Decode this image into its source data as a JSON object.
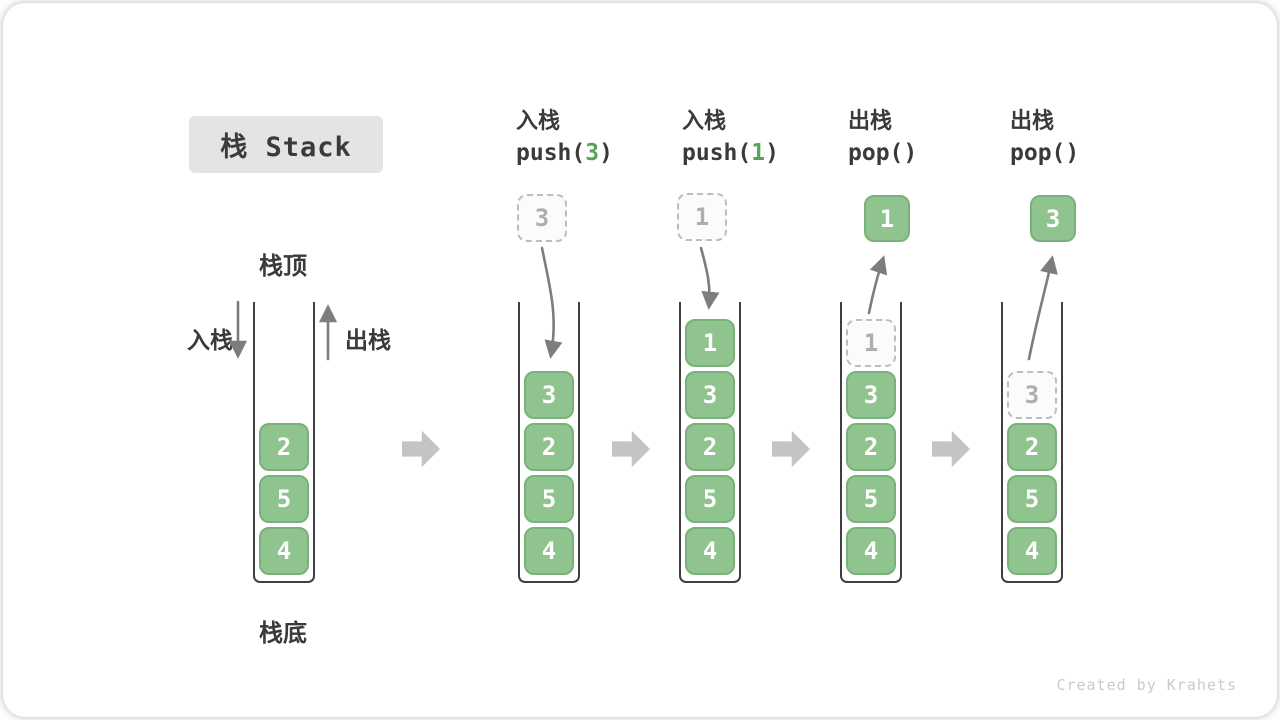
{
  "title": "栈 Stack",
  "labels": {
    "stack_top": "栈顶",
    "stack_bottom": "栈底",
    "push_in": "入栈",
    "pop_out": "出栈"
  },
  "footer": "Created by Krahets",
  "colors": {
    "item_green": "#8fc48f",
    "item_green_border": "#7ab17a",
    "code_arg_green": "#55a455",
    "ghost_border_gray": "#bdbdbd",
    "ghost_text_gray": "#aeaeae",
    "container_wall": "#3f3f3f",
    "block_arrow_gray": "#c4c4c4",
    "curve_arrow_gray": "#7d7d7d",
    "title_box_bg": "#e4e4e4",
    "text_dark": "#3a3a3a"
  },
  "columns": [
    {
      "name": "initial",
      "items": [
        "2",
        "5",
        "4"
      ]
    },
    {
      "name": "push-3",
      "header_line1": "入栈",
      "code_pre": "push(",
      "code_arg": "3",
      "code_post": ")",
      "floating_value": "3",
      "floating_style": "ghost",
      "items": [
        "3",
        "2",
        "5",
        "4"
      ]
    },
    {
      "name": "push-1",
      "header_line1": "入栈",
      "code_pre": "push(",
      "code_arg": "1",
      "code_post": ")",
      "floating_value": "1",
      "floating_style": "ghost",
      "items": [
        "1",
        "3",
        "2",
        "5",
        "4"
      ]
    },
    {
      "name": "pop-1",
      "header_line1": "出栈",
      "code_pre": "pop(",
      "code_arg": "",
      "code_post": ")",
      "floating_value": "1",
      "floating_style": "solid",
      "ghost_item": "1",
      "items": [
        "3",
        "2",
        "5",
        "4"
      ]
    },
    {
      "name": "pop-3",
      "header_line1": "出栈",
      "code_pre": "pop(",
      "code_arg": "",
      "code_post": ")",
      "floating_value": "3",
      "floating_style": "solid",
      "ghost_item": "3",
      "items": [
        "2",
        "5",
        "4"
      ]
    }
  ]
}
